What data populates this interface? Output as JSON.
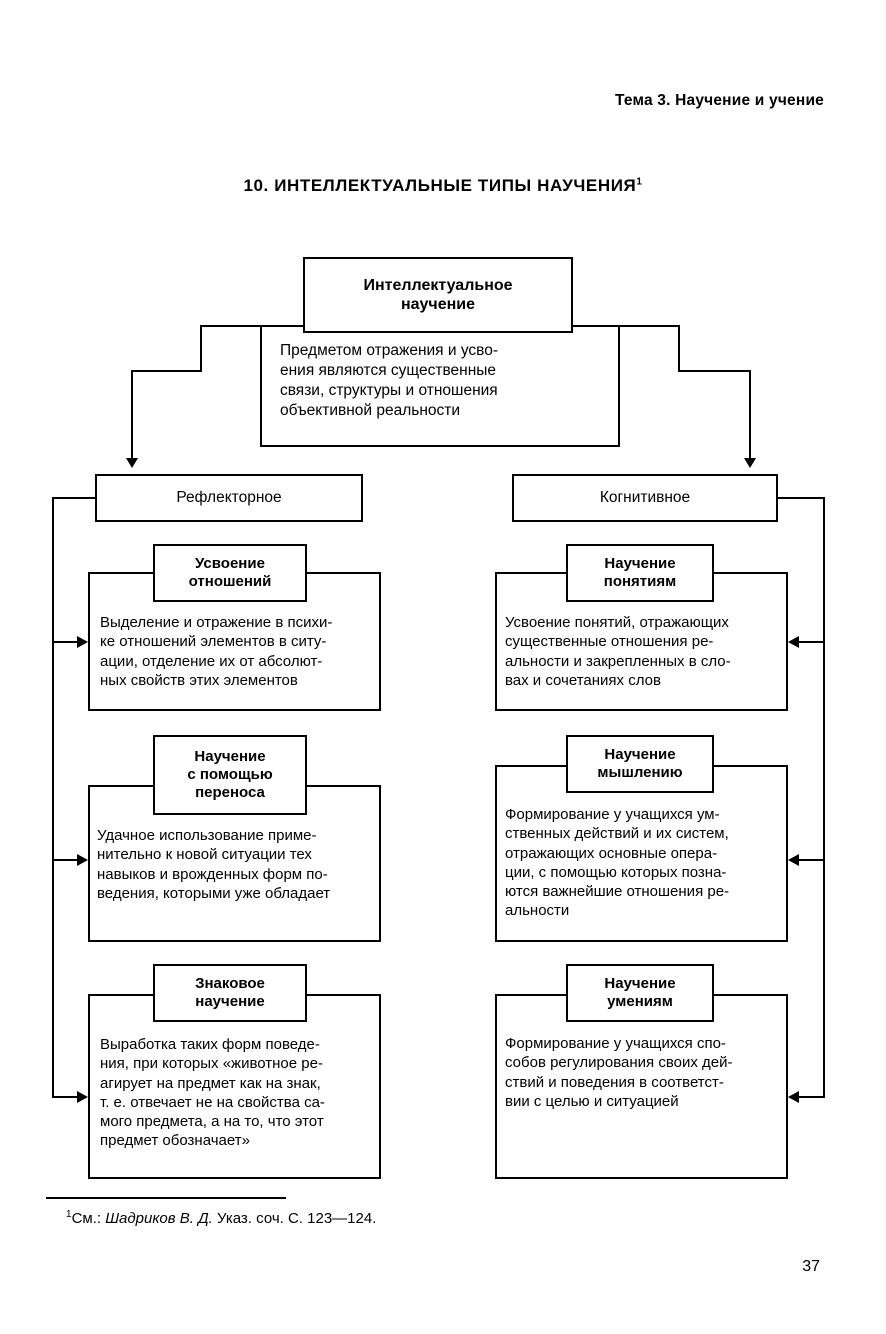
{
  "page": {
    "running_head": "Тема 3. Научение и учение",
    "section_title": "10. ИНТЕЛЛЕКТУАЛЬНЫЕ ТИПЫ НАУЧЕНИЯ",
    "section_title_footnote_marker": "1",
    "page_number": "37",
    "footnote": {
      "marker": "1",
      "prefix": "См.: ",
      "author": "Шадриков В. Д.",
      "suffix": " Указ. соч. С. 123—124."
    },
    "ink_color": "#000000",
    "paper_color": "#ffffff"
  },
  "diagram": {
    "root": {
      "header": "Интеллектуальное\nнаучение",
      "body": "Предметом отражения и усво-\nения являются существенные\nсвязи, структуры и отношения\nобъективной реальности"
    },
    "branches": [
      {
        "id": "reflectornoe",
        "label": "Рефлекторное",
        "items": [
          {
            "header": "Усвоение\nотношений",
            "body": "Выделение и отражение в психи-\nке отношений элементов в ситу-\nации, отделение их от абсолют-\nных свойств этих элементов"
          },
          {
            "header": "Научение\nс помощью\nпереноса",
            "body": "Удачное использование приме-\nнительно к новой ситуации тех\nнавыков и врожденных форм по-\nведения, которыми уже обладает"
          },
          {
            "header": "Знаковое\nнаучение",
            "body": "Выработка таких форм поведе-\nния, при которых «животное ре-\nагирует на предмет как на знак,\nт. е. отвечает не на свойства са-\nмого предмета, а на то, что этот\nпредмет обозначает»"
          }
        ]
      },
      {
        "id": "kognitivnoe",
        "label": "Когнитивное",
        "items": [
          {
            "header": "Научение\nпонятиям",
            "body": "Усвоение понятий, отражающих\nсущественные отношения ре-\nальности и закрепленных в сло-\nвах и сочетаниях слов"
          },
          {
            "header": "Научение\nмышлению",
            "body": "Формирование у учащихся ум-\nственных действий и их  систем,\nотражающих основные  опера-\nции, с помощью которых позна-\nются важнейшие отношения ре-\nальности"
          },
          {
            "header": "Научение\nумениям",
            "body": "Формирование у учащихся спо-\nсобов регулирования своих дей-\nствий и поведения в соответст-\nвии с целью и ситуацией"
          }
        ]
      }
    ]
  }
}
